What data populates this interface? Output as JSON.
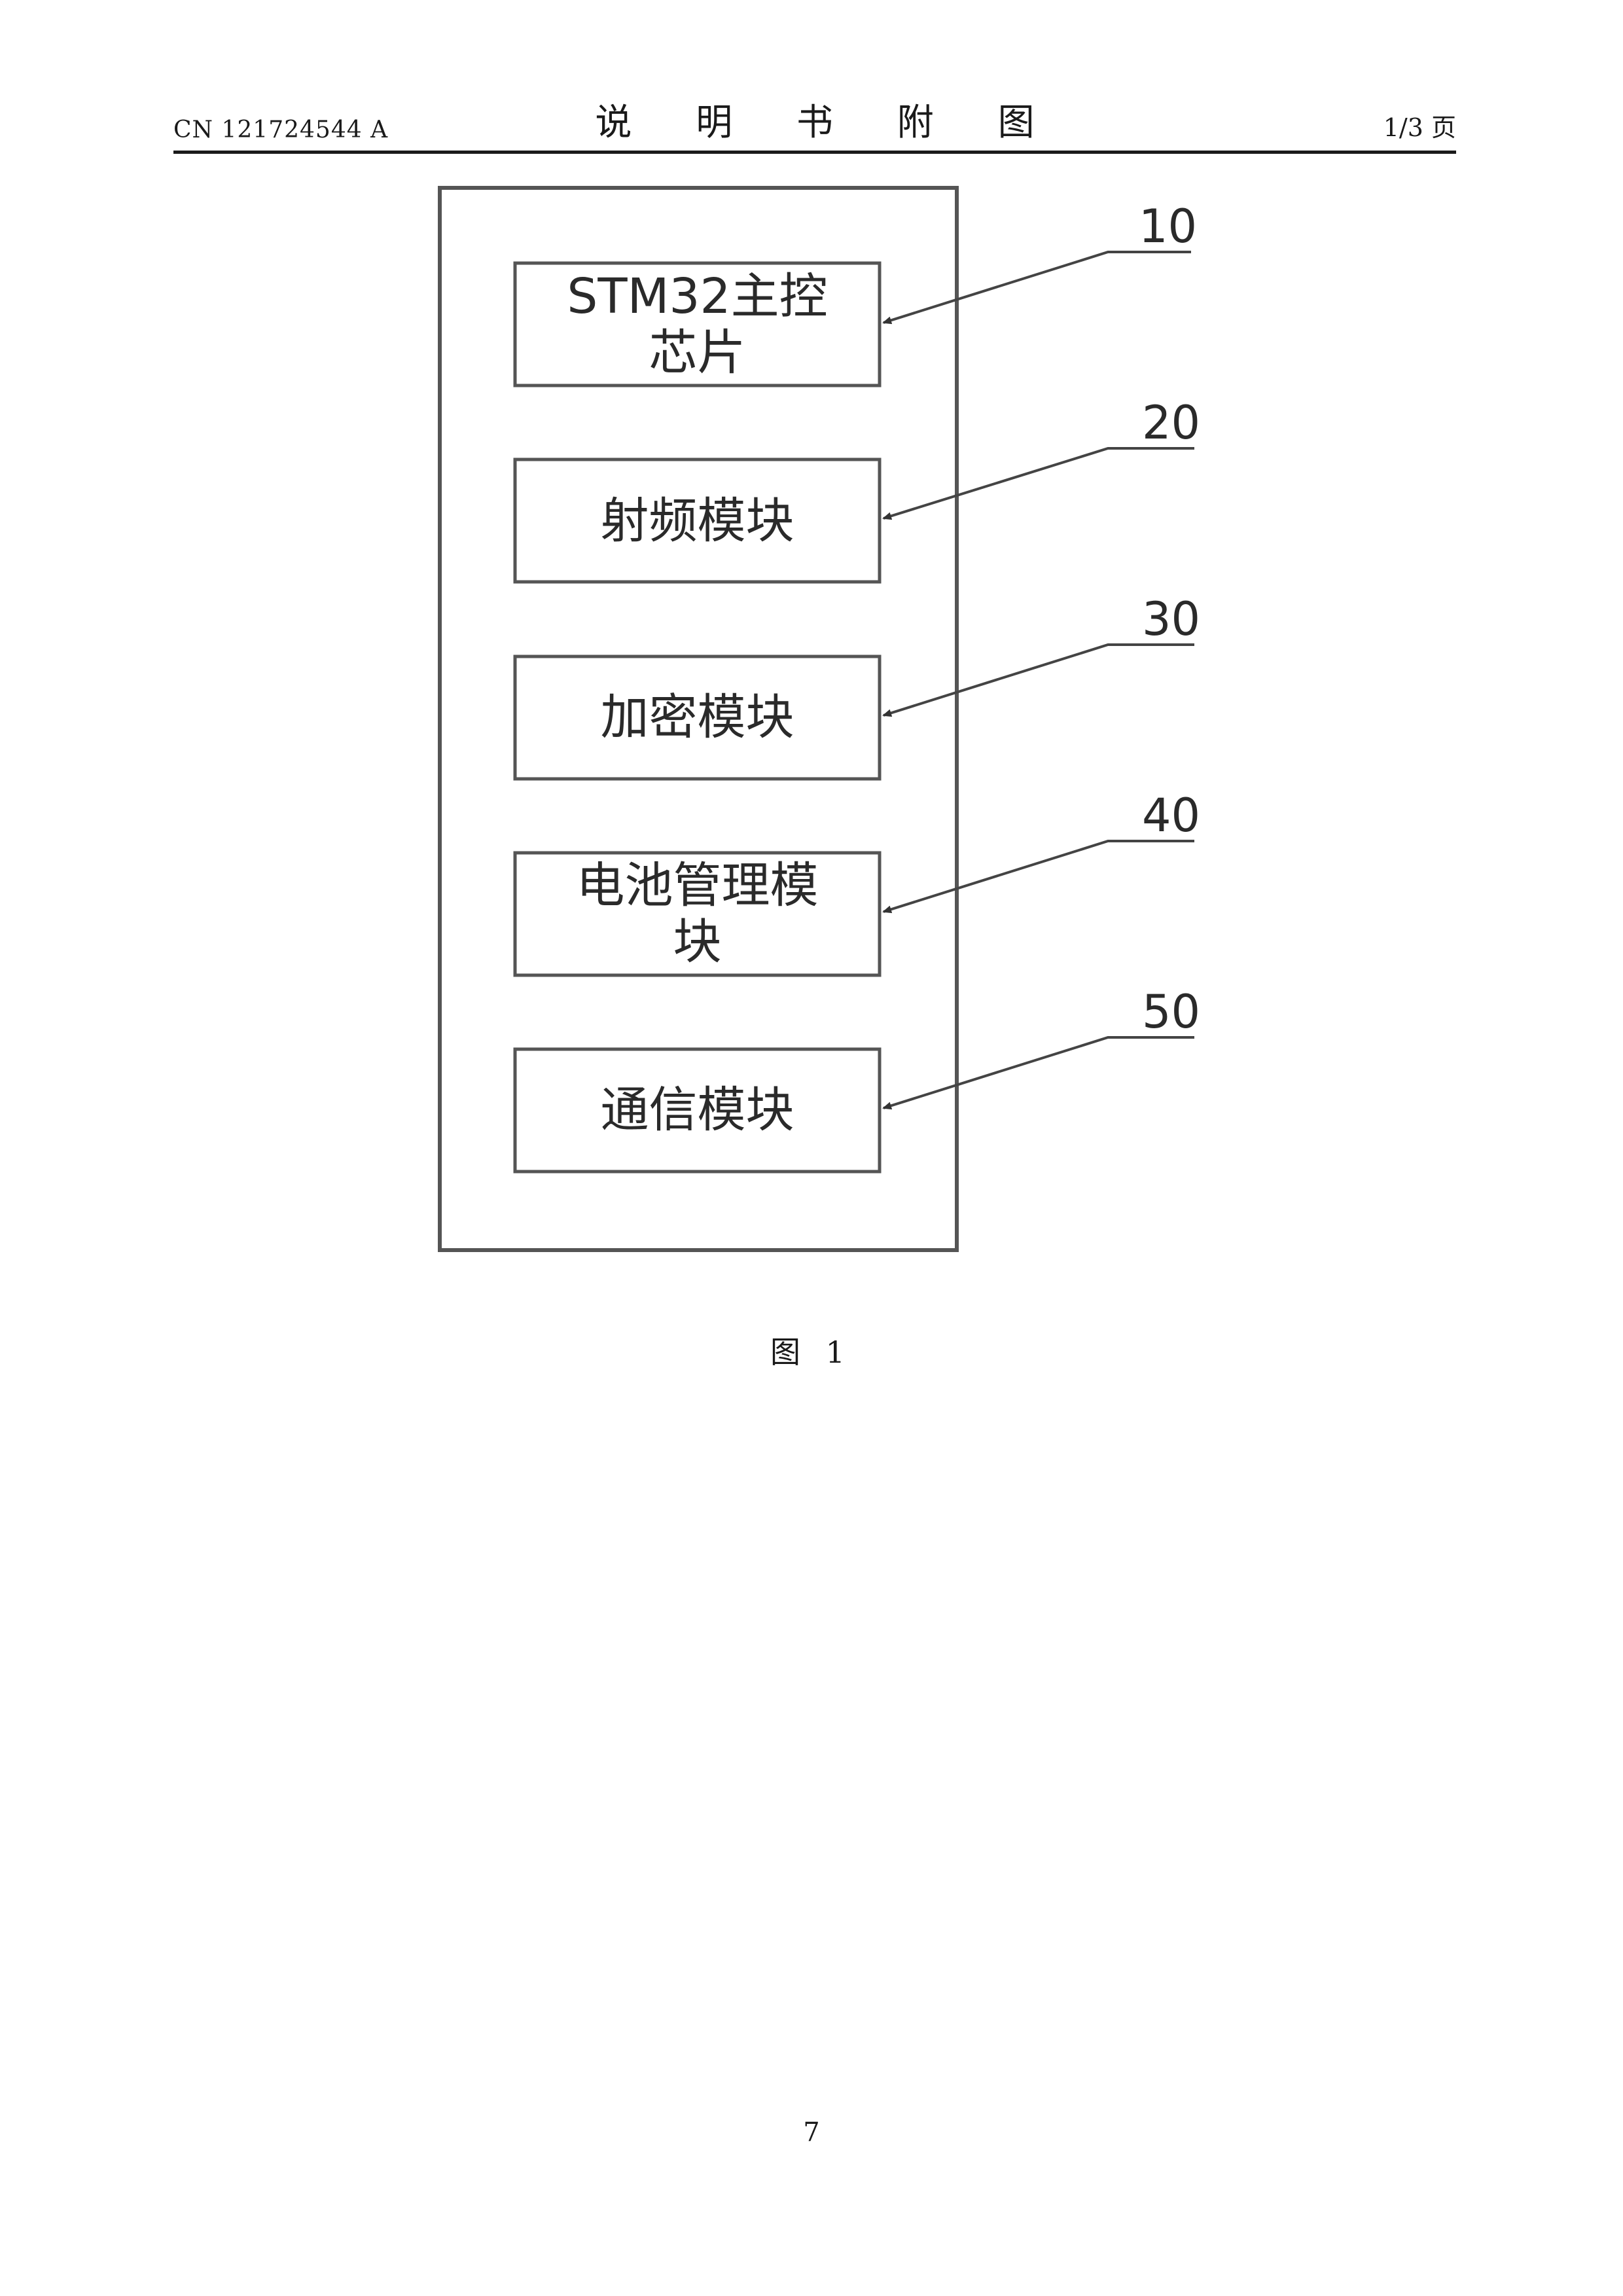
{
  "header": {
    "publication_number": "CN 121724544 A",
    "title": "说 明 书 附 图",
    "page_indicator": "1/3 页"
  },
  "diagram": {
    "modules": [
      {
        "ref": "10",
        "label_line1": "STM32主控",
        "label_line2": "芯片"
      },
      {
        "ref": "20",
        "label_line1": "射频模块",
        "label_line2": ""
      },
      {
        "ref": "30",
        "label_line1": "加密模块",
        "label_line2": ""
      },
      {
        "ref": "40",
        "label_line1": "电池管理模",
        "label_line2": "块"
      },
      {
        "ref": "50",
        "label_line1": "通信模块",
        "label_line2": ""
      }
    ]
  },
  "figure_caption": "图 1",
  "page_number": "7"
}
